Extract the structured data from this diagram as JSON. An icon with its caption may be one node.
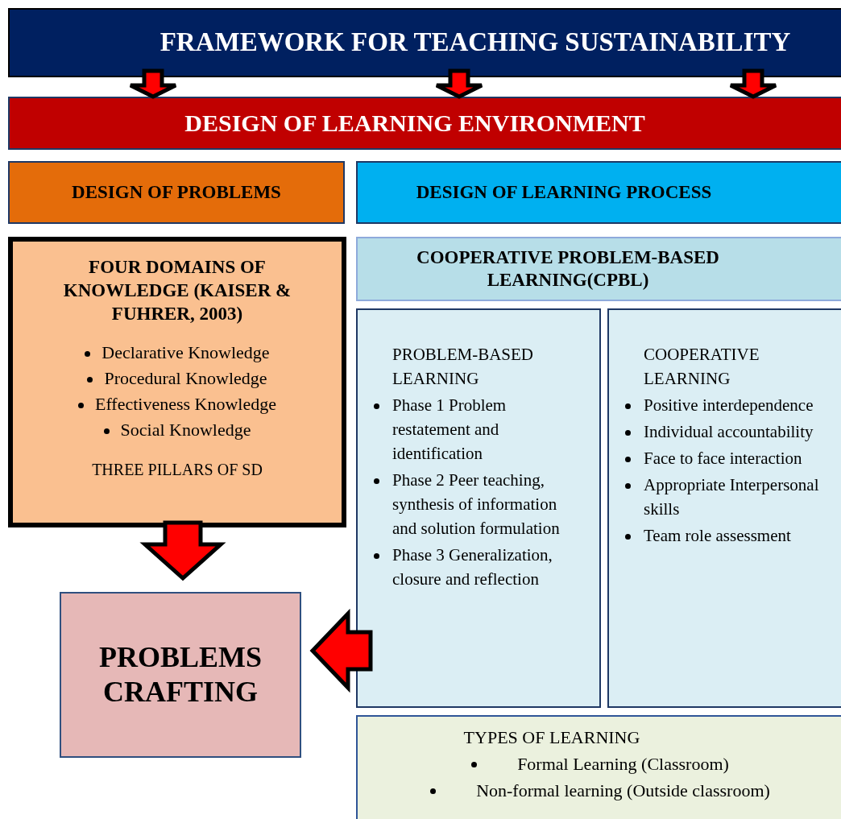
{
  "diagram": {
    "nodes": [
      {
        "text": [
          "FRAMEWORK FOR TEACHING SUSTAINABILITY"
        ]
      },
      {
        "text": [
          "DESIGN OF LEARNING ENVIRONMENT"
        ]
      },
      {
        "text": [
          "DESIGN OF PROBLEMS"
        ]
      },
      {
        "text": [
          "DESIGN OF LEARNING PROCESS"
        ]
      },
      {
        "text": [
          "FOUR DOMAINS OF KNOWLEDGE (KAISER & FUHRER, 2003)",
          "Declarative Knowledge",
          "Procedural Knowledge",
          "Effectiveness Knowledge",
          "Social Knowledge",
          "THREE PILLARS OF SD"
        ]
      },
      {
        "text": [
          "COOPERATIVE PROBLEM-BASED LEARNING(CPBL)"
        ]
      },
      {
        "text": [
          "PROBLEM-BASED LEARNING",
          "Phase 1 Problem restatement and identification",
          "Phase 2 Peer teaching, synthesis of information and solution formulation",
          "Phase 3 Generalization, closure and reflection"
        ]
      },
      {
        "text": [
          "COOPERATIVE LEARNING",
          "Positive interdependence",
          "Individual accountability",
          "Face to face interaction",
          "Appropriate Interpersonal skills",
          "Team role assessment"
        ]
      },
      {
        "text": [
          "PROBLEMS CRAFTING"
        ]
      },
      {
        "text": [
          "TYPES OF LEARNING",
          "Formal Learning (Classroom)",
          "Non-formal learning (Outside classroom)"
        ]
      }
    ],
    "edges": [
      {
        "from": 0,
        "to": 1,
        "arrow": "to"
      },
      {
        "from": 0,
        "to": 1,
        "arrow": "to"
      },
      {
        "from": 0,
        "to": 1,
        "arrow": "to"
      },
      {
        "from": 4,
        "to": 8,
        "arrow": "to"
      },
      {
        "from": 6,
        "to": 8,
        "arrow": "to"
      }
    ]
  }
}
